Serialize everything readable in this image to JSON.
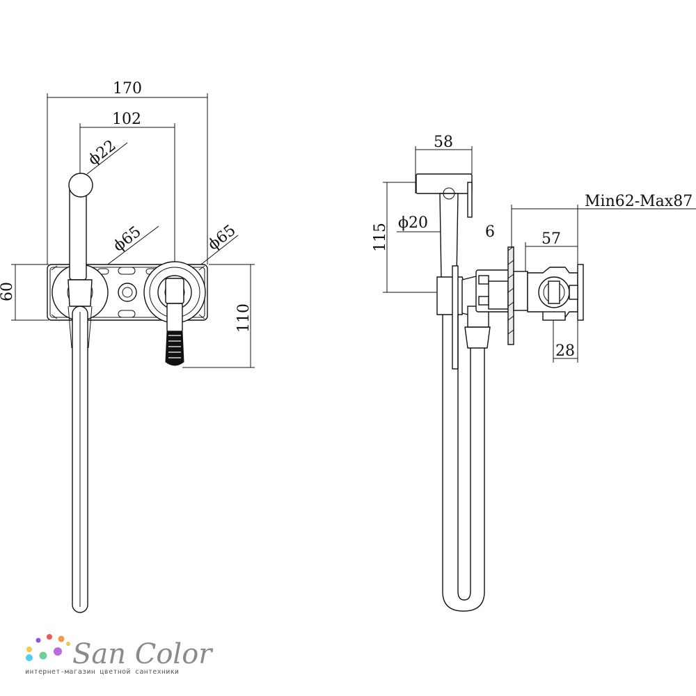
{
  "front_view": {
    "dim_170": "170",
    "dim_102": "102",
    "dim_phi22": "ϕ22",
    "dim_phi65_left": "ϕ65",
    "dim_phi65_right": "ϕ65",
    "dim_60": "60",
    "dim_110": "110"
  },
  "side_view": {
    "dim_58": "58",
    "dim_115": "115",
    "dim_phi20": "ϕ20",
    "dim_6": "6",
    "dim_min_max": "Min62-Max87",
    "dim_57": "57",
    "dim_28": "28"
  },
  "logo": {
    "name": "San Color",
    "tagline": "интернет-магазин цветной сантехники",
    "dot_colors": [
      "#f2c94c",
      "#9b51e0",
      "#eb5757",
      "#f2994a",
      "#56ccf2",
      "#6fcf97",
      "#bb6bd9"
    ]
  }
}
